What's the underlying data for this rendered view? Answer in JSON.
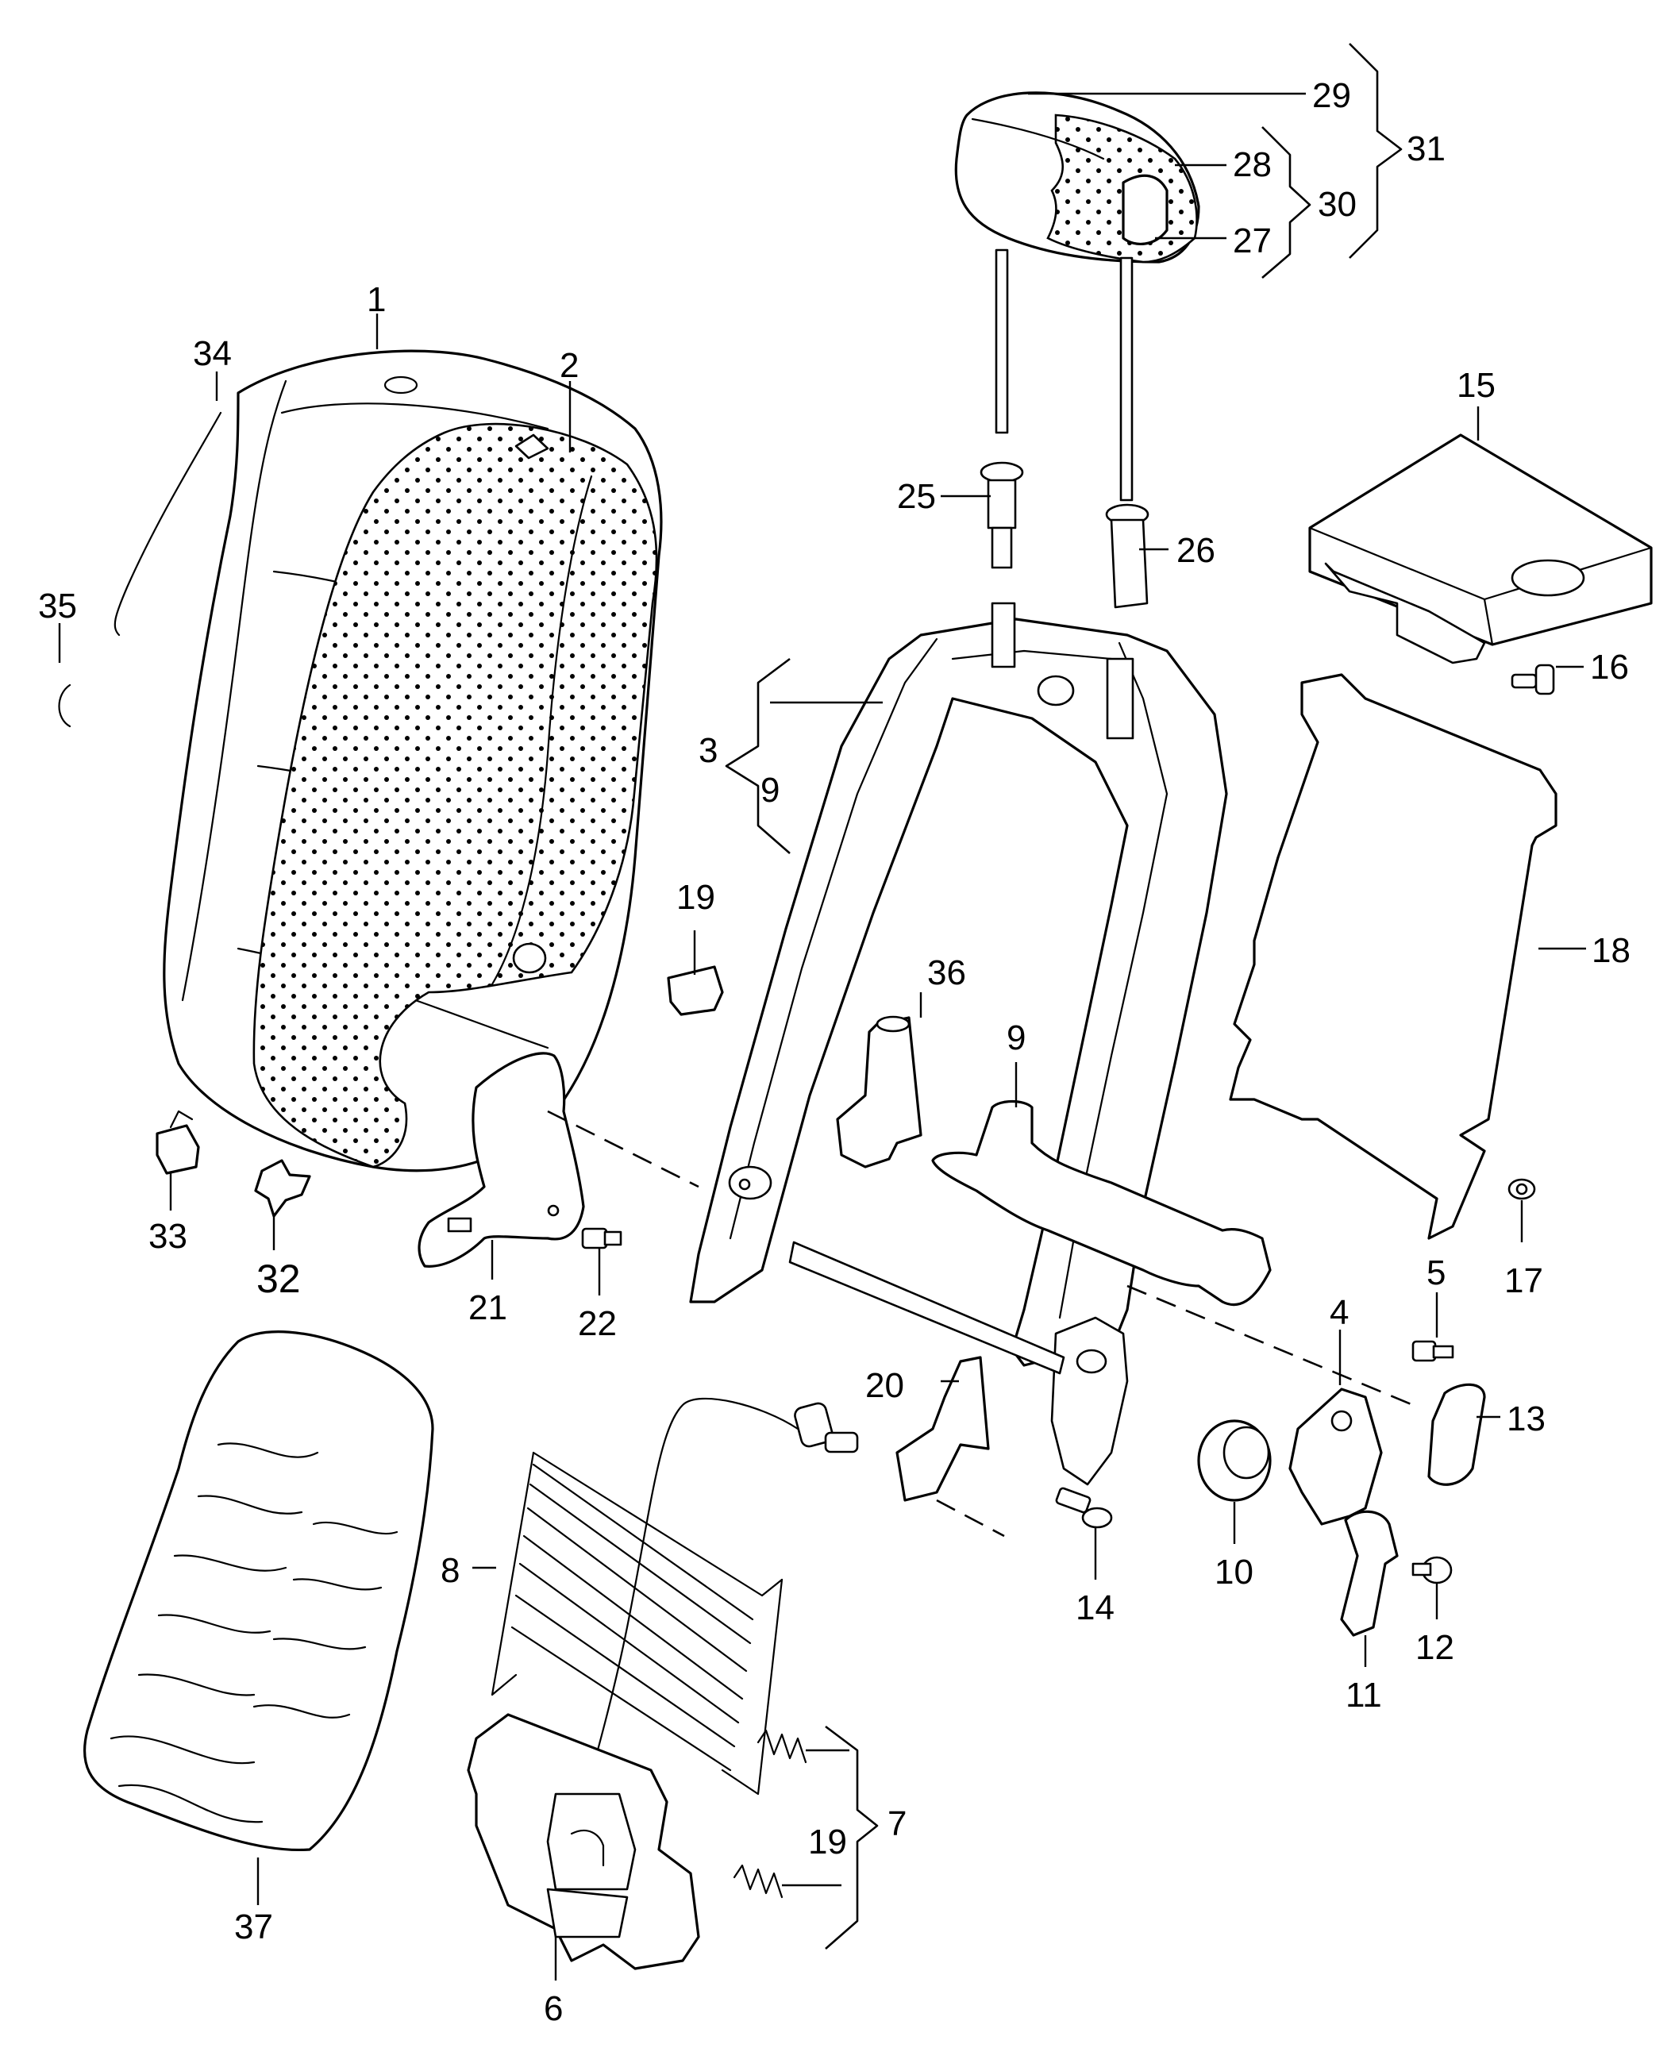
{
  "diagram": {
    "labels": {
      "p1": "1",
      "p2": "2",
      "p3": "3",
      "p4": "4",
      "p5": "5",
      "p6": "6",
      "p7": "7",
      "p8": "8",
      "p9a": "9",
      "p9b": "9",
      "p10": "10",
      "p11": "11",
      "p12": "12",
      "p13": "13",
      "p14": "14",
      "p15": "15",
      "p16": "16",
      "p17": "17",
      "p18": "18",
      "p19a": "19",
      "p19b": "19",
      "p20": "20",
      "p21": "21",
      "p22": "22",
      "p25": "25",
      "p26": "26",
      "p27": "27",
      "p28": "28",
      "p29": "29",
      "p30": "30",
      "p31": "31",
      "p32": "32",
      "p33": "33",
      "p34": "34",
      "p35": "35",
      "p36": "36",
      "p37": "37"
    }
  }
}
